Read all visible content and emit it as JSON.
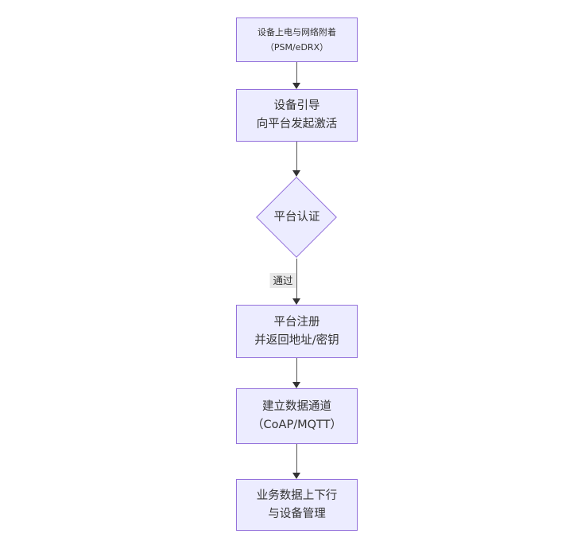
{
  "diagram": {
    "type": "flowchart-top-down",
    "nodes": [
      {
        "id": "A",
        "shape": "rect",
        "lines": [
          "设备上电与网络附着",
          "（PSM/eDRX）"
        ]
      },
      {
        "id": "B",
        "shape": "rect",
        "lines": [
          "设备引导",
          "向平台发起激活"
        ]
      },
      {
        "id": "C",
        "shape": "diamond",
        "label": "平台认证"
      },
      {
        "id": "D",
        "shape": "rect",
        "lines": [
          "平台注册",
          "并返回地址/密钥"
        ]
      },
      {
        "id": "E",
        "shape": "rect",
        "lines": [
          "建立数据通道",
          "（CoAP/MQTT）"
        ]
      },
      {
        "id": "F",
        "shape": "rect",
        "lines": [
          "业务数据上下行",
          "与设备管理"
        ]
      }
    ],
    "edges": [
      {
        "from": "A",
        "to": "B",
        "label": ""
      },
      {
        "from": "B",
        "to": "C",
        "label": ""
      },
      {
        "from": "C",
        "to": "D",
        "label": "通过"
      },
      {
        "from": "D",
        "to": "E",
        "label": ""
      },
      {
        "from": "E",
        "to": "F",
        "label": ""
      }
    ],
    "colors": {
      "node_fill": "#ECECFF",
      "node_border": "#9370DB",
      "edge_stroke": "#555555",
      "arrowhead": "#333333",
      "edge_label_bg": "#e8e8e8",
      "text": "#333333",
      "background": "#ffffff"
    }
  }
}
